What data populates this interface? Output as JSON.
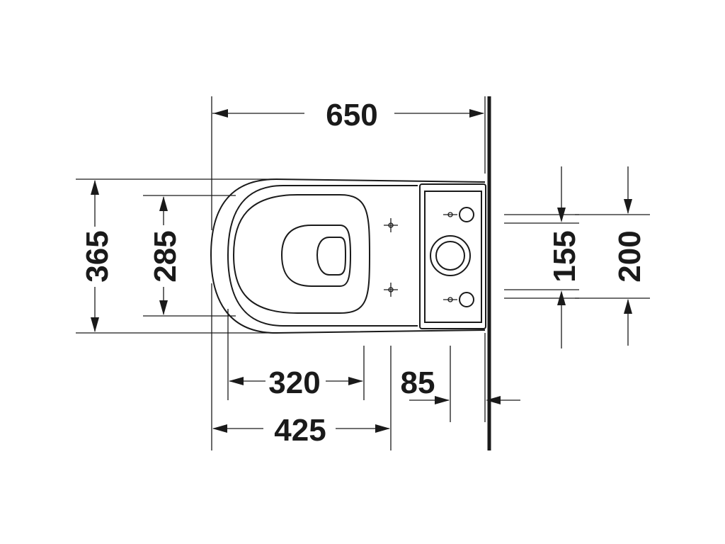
{
  "dimensions": {
    "overall_length": "650",
    "overall_width": "365",
    "seat_width": "285",
    "front_to_inlet": "320",
    "inlet_spacing": "85",
    "front_to_fixing": "425",
    "fixing_spacing_155": "155",
    "fixing_spacing_200": "200"
  }
}
